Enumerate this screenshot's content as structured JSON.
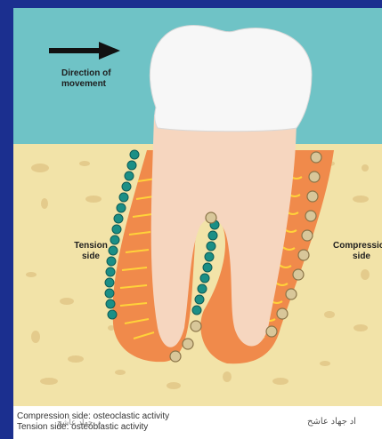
{
  "labels": {
    "direction": "Direction of movement",
    "tension": "Tension side",
    "compression": "Compression side"
  },
  "caption": {
    "line1": "Compression side: osteoclastic activity",
    "line2": "Tension side: osteoblastic activity"
  },
  "watermark": {
    "author": "اد جهاد عاشح",
    "overlay": "د. جهاد عاشح"
  },
  "colors": {
    "frame": "#1b2f8f",
    "water": "#6fc3c6",
    "bone": "#f2e3a8",
    "crown": "#f7f7f7",
    "root": "#f6d6bf",
    "ligament": "#f08a4b",
    "fibers": "#ffd23a",
    "osteoblast": "#1b8f86",
    "osteoclast": "#b39a6e"
  }
}
